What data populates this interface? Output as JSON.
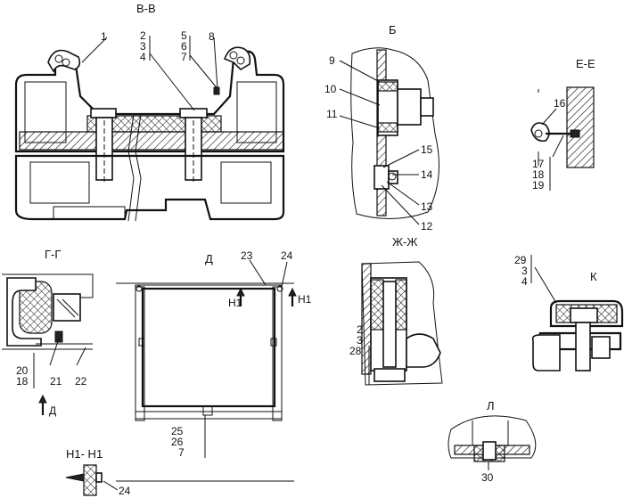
{
  "views": {
    "vv": "В-В",
    "b": "Б",
    "ee": "Е-Е",
    "gg": "Г-Г",
    "d": "Д",
    "zhzh": "Ж-Ж",
    "k": "К",
    "l": "Л",
    "n1n1": "Н1- Н1"
  },
  "labels": {
    "p1": "1",
    "p2": "2",
    "p3": "3",
    "p4": "4",
    "p5": "5",
    "p6": "6",
    "p7": "7",
    "p8": "8",
    "p9": "9",
    "p10": "10",
    "p11": "11",
    "p15": "15",
    "p14": "14",
    "p13": "13",
    "p12": "12",
    "p16": "16",
    "p17": "17",
    "p18": "18",
    "p19": "19",
    "p20": "20",
    "p18b": "18",
    "p21": "21",
    "p22": "22",
    "arrow_d": "Д",
    "p23": "23",
    "p24": "24",
    "h1_left": "Н1",
    "h1_right": "Н1",
    "p25": "25",
    "p26": "26",
    "p7b": "7",
    "p2b": "2",
    "p3b": "3",
    "p28": "28",
    "p29": "29",
    "p3c": "3",
    "p4b": "4",
    "p30": "30",
    "p24b": "24"
  }
}
